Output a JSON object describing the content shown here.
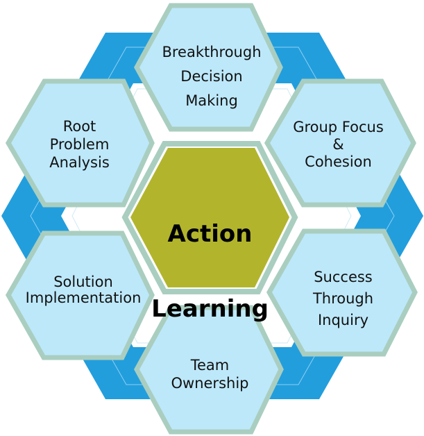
{
  "diagram": {
    "title": "Action Learning",
    "center": {
      "line1": "Action",
      "line2": "Learning"
    },
    "nodes": [
      {
        "id": "top",
        "text": "Breakthrough\nDecision\nMaking"
      },
      {
        "id": "upper-right",
        "text": "Group Focus\n&\nCohesion"
      },
      {
        "id": "lower-right",
        "text": "Success\nThrough\nInquiry"
      },
      {
        "id": "bottom",
        "text": "Team\nOwnership"
      },
      {
        "id": "lower-left",
        "text": "Solution\nImplementation"
      },
      {
        "id": "upper-left",
        "text": "Root\nProblem\nAnalysis"
      }
    ]
  },
  "colors": {
    "ring_blue": "#229EDD",
    "ring_line": "#8FD0F2",
    "node_fill": "#BDE8FA",
    "node_border": "#A9CEC0",
    "center_fill": "#B2B52C",
    "text": "#111111"
  }
}
